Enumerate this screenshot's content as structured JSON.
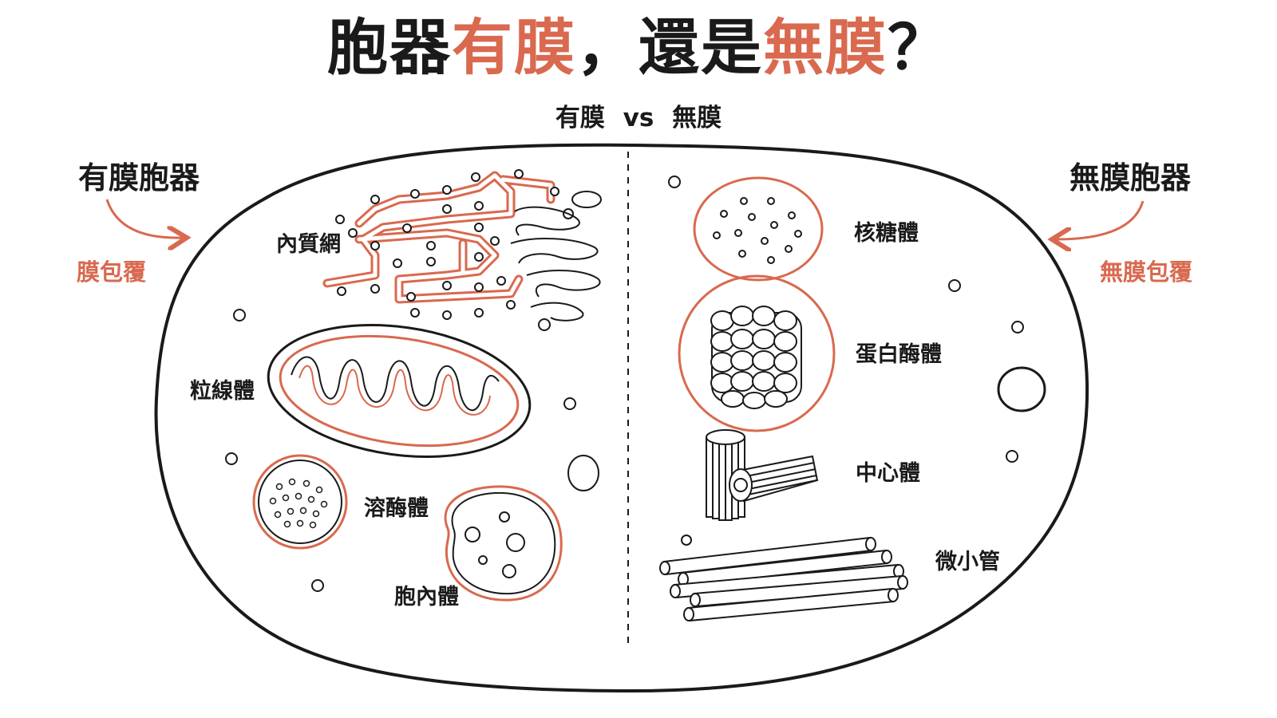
{
  "title": {
    "part1": "胞器",
    "part2": "有膜",
    "part3": "，還是",
    "part4": "無膜",
    "part5": "？"
  },
  "subtitle": "有膜 vs 無膜",
  "left": {
    "heading": "有膜胞器",
    "note": "膜包覆",
    "labels": {
      "er": "內質網",
      "mitochondria": "粒線體",
      "lysosome": "溶酶體",
      "endosome": "胞內體"
    }
  },
  "right": {
    "heading": "無膜胞器",
    "note": "無膜包覆",
    "labels": {
      "ribosome": "核糖體",
      "proteasome": "蛋白酶體",
      "centrosome": "中心體",
      "microtubule": "微小管"
    }
  },
  "colors": {
    "accent": "#d9694f",
    "ink": "#1a1a1a",
    "background": "#ffffff"
  }
}
